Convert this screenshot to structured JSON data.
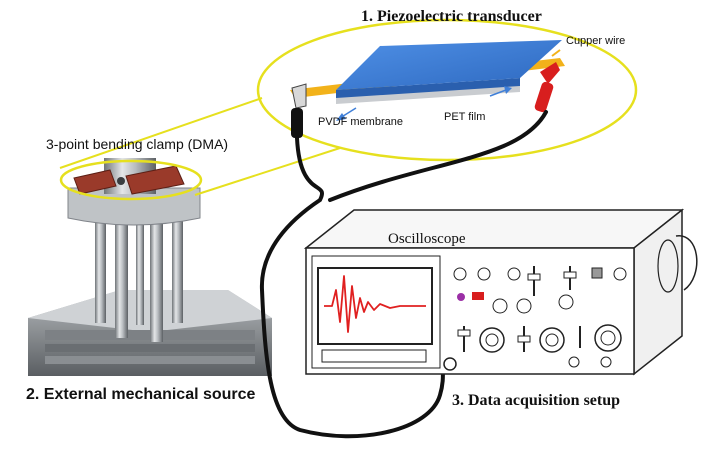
{
  "labels": {
    "transducer_title": "1. Piezoelectric transducer",
    "copper_wire": "Cupper wire",
    "pvdf_membrane": "PVDF membrane",
    "pet_film": "PET film",
    "clamp_title": "3-point bending clamp (DMA)",
    "mechanical_source": "2. External mechanical source",
    "oscilloscope": "Oscilloscope",
    "daq_setup": "3. Data acquisition setup"
  },
  "colors": {
    "ellipse_outline": "#e6e01e",
    "transducer_blue": "#3f7fd8",
    "wire_band": "#f2b21a",
    "lead_red": "#d81e1e",
    "lead_black": "#111111",
    "waveform": "#e02020",
    "clamp_pad": "#9a3a2a",
    "button_purple": "#9b2fa6",
    "button_red": "#d81e1e"
  },
  "icons": [
    "alligator-clip-red-icon",
    "alligator-clip-black-icon",
    "oscilloscope-knob-icon"
  ]
}
